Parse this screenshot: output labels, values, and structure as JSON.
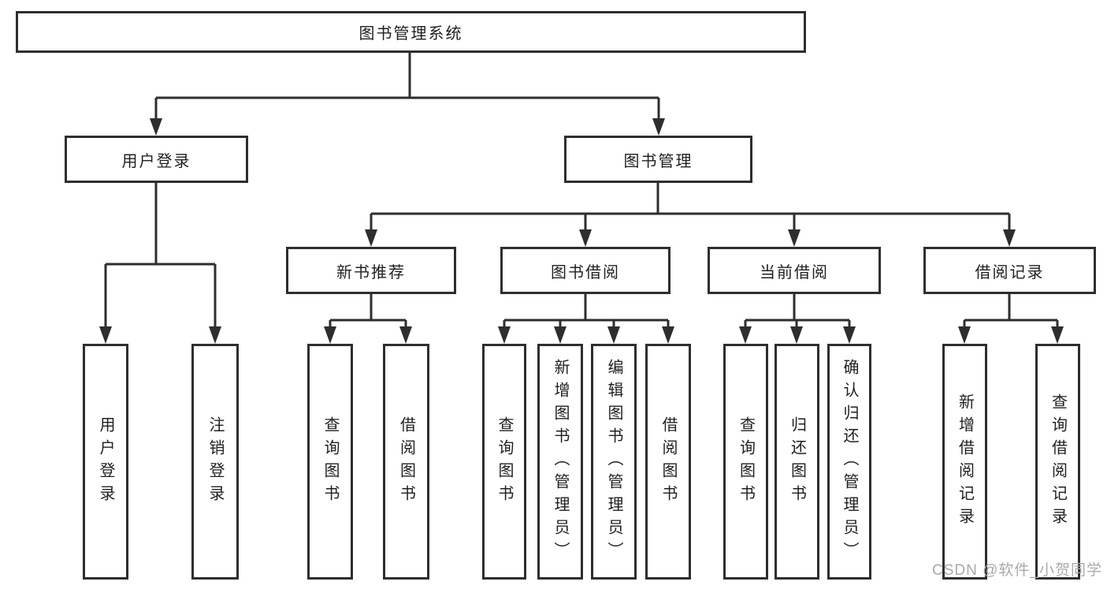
{
  "colors": {
    "background": "#ffffff",
    "line": "#2e2e2e",
    "box_border": "#2e2e2e",
    "box_fill": "#ffffff",
    "text": "#1f1f1f",
    "watermark": "#a9a9a9"
  },
  "tree": {
    "root": {
      "label": "图书管理系统"
    },
    "branches": [
      {
        "label": "用户登录",
        "children": [
          {
            "label": "用户登录"
          },
          {
            "label": "注销登录"
          }
        ]
      },
      {
        "label": "图书管理",
        "children": [
          {
            "label": "新书推荐",
            "children": [
              {
                "label": "查询图书"
              },
              {
                "label": "借阅图书"
              }
            ]
          },
          {
            "label": "图书借阅",
            "children": [
              {
                "label": "查询图书"
              },
              {
                "label": "新增图书（管理员）"
              },
              {
                "label": "编辑图书（管理员）"
              },
              {
                "label": "借阅图书"
              }
            ]
          },
          {
            "label": "当前借阅",
            "children": [
              {
                "label": "查询图书"
              },
              {
                "label": "归还图书"
              },
              {
                "label": "确认归还（管理员）"
              }
            ]
          },
          {
            "label": "借阅记录",
            "children": [
              {
                "label": "新增借阅记录"
              },
              {
                "label": "查询借阅记录"
              }
            ]
          }
        ]
      }
    ]
  },
  "watermark": {
    "text": "CSDN @软件_小贺同学"
  }
}
